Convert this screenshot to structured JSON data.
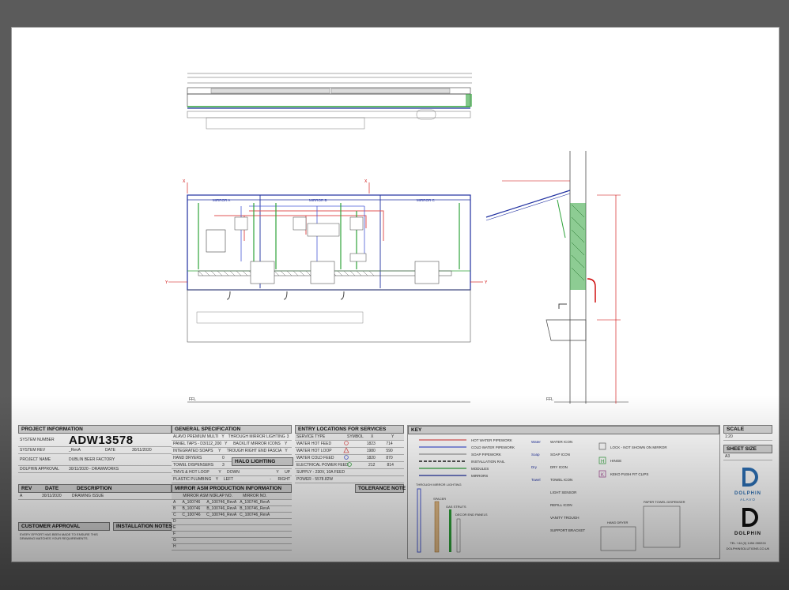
{
  "project_information": {
    "heading": "PROJECT INFORMATION",
    "system_number_label": "SYSTEM NUMBER",
    "system_number": "ADW13578",
    "system_rev_label": "SYSTEM REV",
    "system_rev": "_RevA",
    "date_label": "DATE",
    "date": "30/11/2020",
    "project_name_label": "PROJECT NAME",
    "project_name": "DUBLIN BEER FACTORY",
    "approval_label": "DOLPHIN APPROVAL",
    "approval": "30/11/2020 - DRAWWORKS"
  },
  "revisions": {
    "headers": [
      "REV",
      "DATE",
      "DESCRIPTION"
    ],
    "rows": [
      [
        "A",
        "30/11/2020",
        "DRAWING ISSUE"
      ]
    ]
  },
  "customer_approval": {
    "heading": "CUSTOMER APPROVAL",
    "text": "EVERY EFFORT HAS BEEN MADE TO ENSURE THIS DRAWING MATCHES YOUR REQUIREMENTS."
  },
  "installation_notes": {
    "heading": "INSTALLATION NOTES"
  },
  "general_specification": {
    "heading": "GENERAL SPECIFICATION",
    "rows": [
      [
        "ALAVO PREMIUM MULTI",
        "Y",
        "THROUGH MIRROR LIGHTING",
        "3"
      ],
      [
        "PANEL TAPS - D3/112_200",
        "Y",
        "BACKLIT MIRROR ICONS",
        "Y"
      ],
      [
        "INTEGRATED SOAPS",
        "Y",
        "TROUGH RIGHT END FASCIA",
        "Y"
      ],
      [
        "HAND DRYERS",
        "0",
        "",
        ""
      ],
      [
        "TOWEL DISPENSERS",
        "3",
        "",
        ""
      ],
      [
        "TMVS & HOT LOOP",
        "Y",
        "DOWN",
        "Y"
      ],
      [
        "PLASTIC PLUMBING",
        "Y",
        "LEFT",
        "-"
      ]
    ],
    "halo_heading": "HALO LIGHTING",
    "halo_up": "UP",
    "halo_right": "RIGHT"
  },
  "mirror_production": {
    "heading": "MIRROR ASM PRODUCTION INFORMATION",
    "headers": [
      "",
      "MIRROR ASM NO.",
      "FLAP NO.",
      "MIRROR NO.",
      "",
      ""
    ],
    "rows": [
      [
        "A",
        "A_100746",
        "A_100746_RevA",
        "A_100746_RevA",
        "",
        ""
      ],
      [
        "B",
        "B_100746",
        "B_100746_RevA",
        "B_100746_RevA",
        "",
        ""
      ],
      [
        "C",
        "C_100746",
        "C_100746_RevA",
        "C_100746_RevA",
        "",
        ""
      ],
      [
        "D",
        "",
        "",
        "",
        "",
        ""
      ],
      [
        "E",
        "",
        "",
        "",
        "",
        ""
      ],
      [
        "F",
        "",
        "",
        "",
        "",
        ""
      ],
      [
        "G",
        "",
        "",
        "",
        "",
        ""
      ],
      [
        "H",
        "",
        "",
        "",
        "",
        ""
      ]
    ]
  },
  "entry_locations": {
    "heading": "ENTRY LOCATIONS FOR SERVICES",
    "headers": [
      "SERVICE TYPE",
      "SYMBOL",
      "X",
      "Y"
    ],
    "rows": [
      [
        "WATER HOT FEED",
        "circle-red",
        "1823",
        "714"
      ],
      [
        "WATER HOT LOOP",
        "triangle-red",
        "1980",
        "590"
      ],
      [
        "WATER COLD FEED",
        "circle-blue",
        "1820",
        "870"
      ],
      [
        "ELECTRICAL POWER FEED",
        "circle-green",
        "212",
        "814"
      ]
    ],
    "supply": "SUPPLY - 230V, 10A FEED",
    "power": "POWER - 5578.82W"
  },
  "tolerance_note": {
    "heading": "TOLERANCE NOTE"
  },
  "key": {
    "heading": "KEY",
    "lines": [
      {
        "label": "HOT WATER PIPEWORK",
        "color": "#e05555"
      },
      {
        "label": "COLD WATER PIPEWORK",
        "color": "#4a5bd6"
      },
      {
        "label": "SOAP PIPEWORK",
        "color": "#9a9a9a"
      },
      {
        "label": "INSTALLATION RAIL",
        "color": "#555555"
      },
      {
        "label": "MODULES",
        "color": "#2fa33a"
      },
      {
        "label": "MIRRORS",
        "color": "#2030a0"
      }
    ],
    "icons": [
      "WATER ICON",
      "SOAP ICON",
      "DRY ICON",
      "TOWEL ICON",
      "LIGHT SENSOR",
      "REFILL ICON",
      "VANITY TROUGH",
      "SUPPORT BRACKET"
    ],
    "icon_glyphs": [
      "Water",
      "Soap",
      "Dry",
      "Towel"
    ],
    "symbols": [
      "LOCK - NOT SHOWN ON MIRROR",
      "HINGE",
      "KEKO PUSH FIT CLIPS"
    ],
    "symbol_glyphs": [
      "H",
      "K"
    ],
    "extras": [
      "THROUGH MIRROR LIGHTING",
      "SPACER",
      "GAS STRUTS",
      "DECOR END PANELS",
      "PAPER TOWEL DISPENSER",
      "HAND DRYER"
    ]
  },
  "scale": {
    "label": "SCALE",
    "value": "1:20"
  },
  "sheet_size": {
    "label": "SHEET SIZE",
    "value": "A3"
  },
  "brand": {
    "logo1": "DOLPHIN",
    "logo1_sub": "ALAVO",
    "logo2": "DOLPHIN",
    "contact": "TEL +44 (0) 1454 280224",
    "website": "DOLPHINSOLUTIONS.CO.UK"
  },
  "drawing": {
    "mirror_a": "MIRROR A",
    "mirror_b": "MIRROR B",
    "mirror_c": "MIRROR C",
    "ffl_left": "FFL",
    "ffl_right": "FFL",
    "x_marker": "X",
    "y_marker": "Y"
  }
}
